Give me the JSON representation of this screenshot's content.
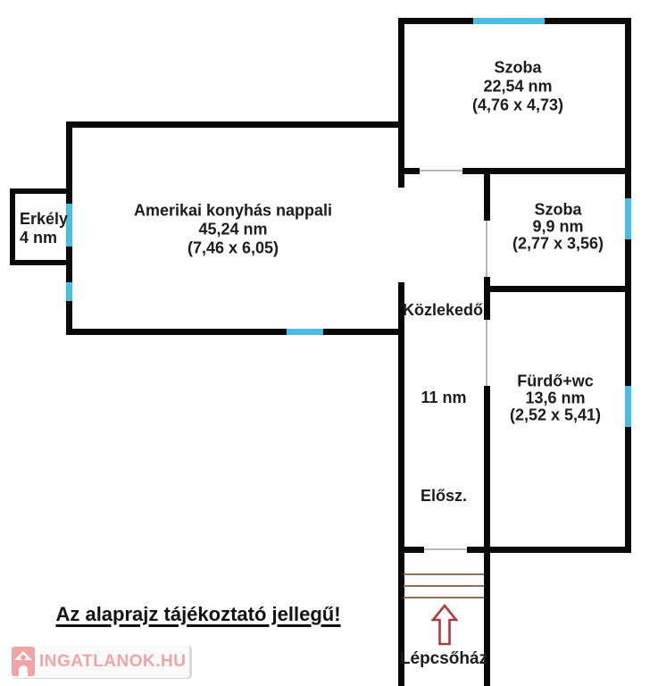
{
  "plan": {
    "szoba_top": {
      "name": "Szoba",
      "area": "22,54 nm",
      "dims": "(4,76 x 4,73)"
    },
    "nappali": {
      "name": "Amerikai konyhás nappali",
      "area": "45,24 nm",
      "dims": "(7,46 x 6,05)"
    },
    "erkely": {
      "name": "Erkély",
      "area": "4 nm"
    },
    "szoba_mid": {
      "name": "Szoba",
      "area": "9,9 nm",
      "dims": "(2,77 x 3,56)"
    },
    "kozlekedo": {
      "name": "Közlekedő",
      "area": "11 nm"
    },
    "eloszoba": {
      "name": "Elősz."
    },
    "furdo": {
      "name": "Fürdő+wc",
      "area": "13,6 nm",
      "dims": "(2,52 x 5,41)"
    },
    "lepcsohaz": {
      "name": "Lépcsőház"
    }
  },
  "note": "Az alaprajz tájékoztató jellegű!",
  "watermark": {
    "text": "INGATLANOK.HU"
  },
  "colors": {
    "wall": "#0a0a0a",
    "window": "#4bbde2",
    "stairs": "#8f7355",
    "arrow_red": "#b13b3b",
    "watermark_pink": "#efa5a5",
    "door_line": "#b8b8b8"
  }
}
